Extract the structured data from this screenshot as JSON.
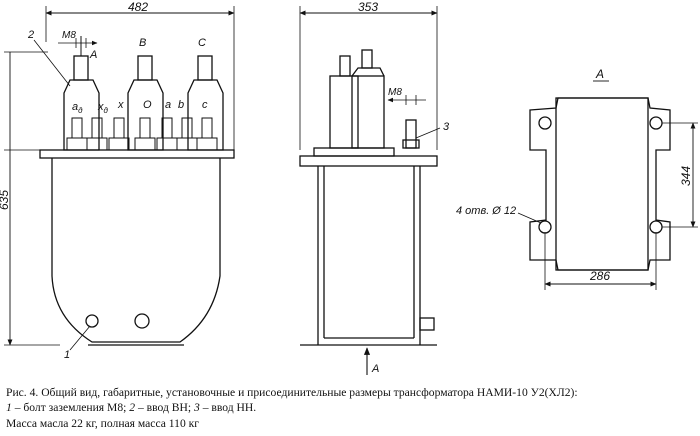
{
  "dimensions": {
    "front_width": "482",
    "side_width": "353",
    "height": "635",
    "plan_height": "344",
    "plan_width": "286",
    "front_bolt_thread": "M8",
    "side_bolt_thread": "M8",
    "holes": "4 отв. Ø 12"
  },
  "labels": {
    "callout_1": "1",
    "callout_2": "2",
    "callout_3": "3",
    "view_A": "A",
    "plan_title": "A",
    "bushing_hv_A": "A",
    "bushing_hv_B": "B",
    "bushing_hv_C": "C",
    "terminal_ad": "a",
    "terminal_ad_sub": "д",
    "terminal_xd": "x",
    "terminal_xd_sub": "д",
    "terminal_x": "x",
    "terminal_O": "O",
    "terminal_a": "a",
    "terminal_b": "b",
    "terminal_c": "c"
  },
  "caption": {
    "line1": "Рис. 4. Общий вид, габаритные, установочные и присоединительные размеры трансформатора НАМИ-10 У2(ХЛ2):",
    "line2_n1": "1",
    "line2_t1": " – болт заземления М8; ",
    "line2_n2": "2",
    "line2_t2": " – ввод ВН; ",
    "line2_n3": "3",
    "line2_t3": " – ввод НН.",
    "line3": "Масса масла 22 кг, полная масса 110 кг"
  }
}
